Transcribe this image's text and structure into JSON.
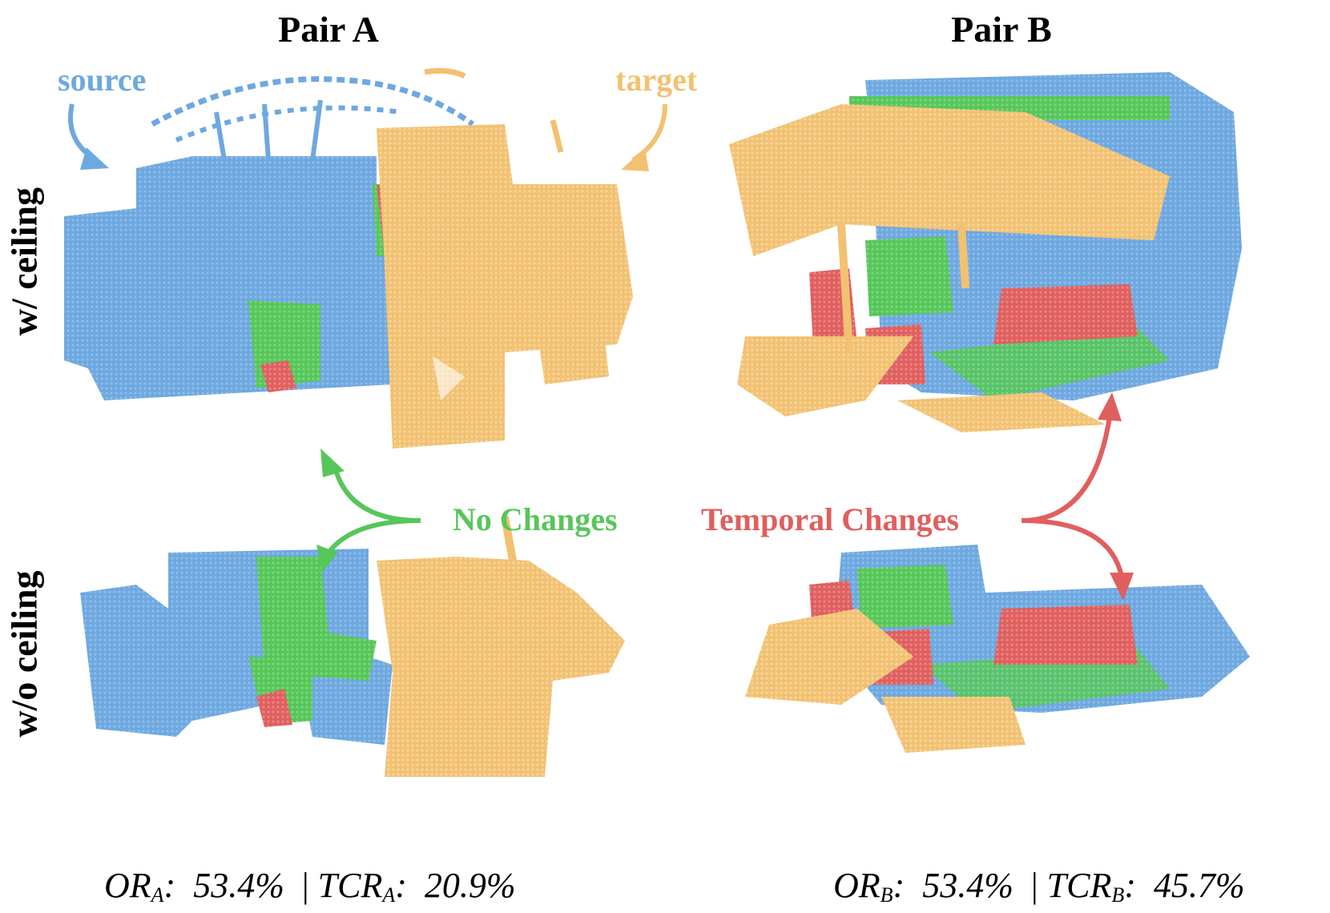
{
  "headings": {
    "pair_a": "Pair A",
    "pair_b": "Pair B"
  },
  "row_labels": {
    "with_ceiling": "w/ ceiling",
    "without_ceiling": "w/o ceiling"
  },
  "annotations": {
    "source": "source",
    "target": "target",
    "no_changes": "No Changes",
    "temporal_changes": "Temporal Changes"
  },
  "metrics": {
    "pair_a": {
      "or_label": "OR",
      "or_sub": "A",
      "or_value": "53.4%",
      "sep": "|",
      "tcr_label": "TCR",
      "tcr_sub": "A",
      "tcr_value": "20.9%"
    },
    "pair_b": {
      "or_label": "OR",
      "or_sub": "B",
      "or_value": "53.4%",
      "sep": "|",
      "tcr_label": "TCR",
      "tcr_sub": "B",
      "tcr_value": "45.7%"
    }
  },
  "colors": {
    "source": "#6ea8e0",
    "target": "#f2c172",
    "no_change": "#57c65a",
    "temporal_change": "#e05f5f"
  }
}
